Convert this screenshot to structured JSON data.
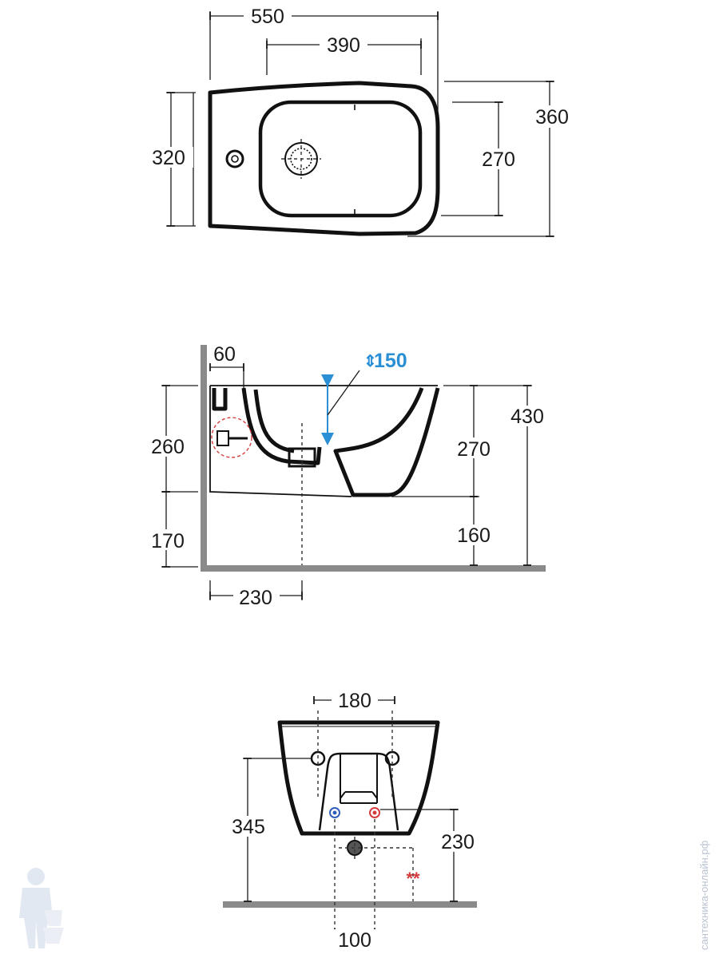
{
  "top_view": {
    "overall_length": "550",
    "bowl_length": "390",
    "overall_width": "360",
    "bowl_width": "270",
    "rear_width": "320"
  },
  "side_view": {
    "wall_offset": "60",
    "adjustment": "150",
    "adjustment_arrow": "⇕",
    "body_height": "260",
    "floor_clearance": "170",
    "front_height": "270",
    "front_clearance": "160",
    "total_height": "430",
    "waste_offset": "230"
  },
  "rear_view": {
    "fixing_spacing": "180",
    "fixing_height": "345",
    "supply_height": "230",
    "waste_spacing": "100",
    "note_mark": "**"
  },
  "watermark": "сантехника-онлайн.рф",
  "colors": {
    "outline": "#111111",
    "floor": "#8a8a8a",
    "adjust_blue": "#2b8fd6",
    "cold": "#2f5db8",
    "hot": "#d43b3b"
  }
}
